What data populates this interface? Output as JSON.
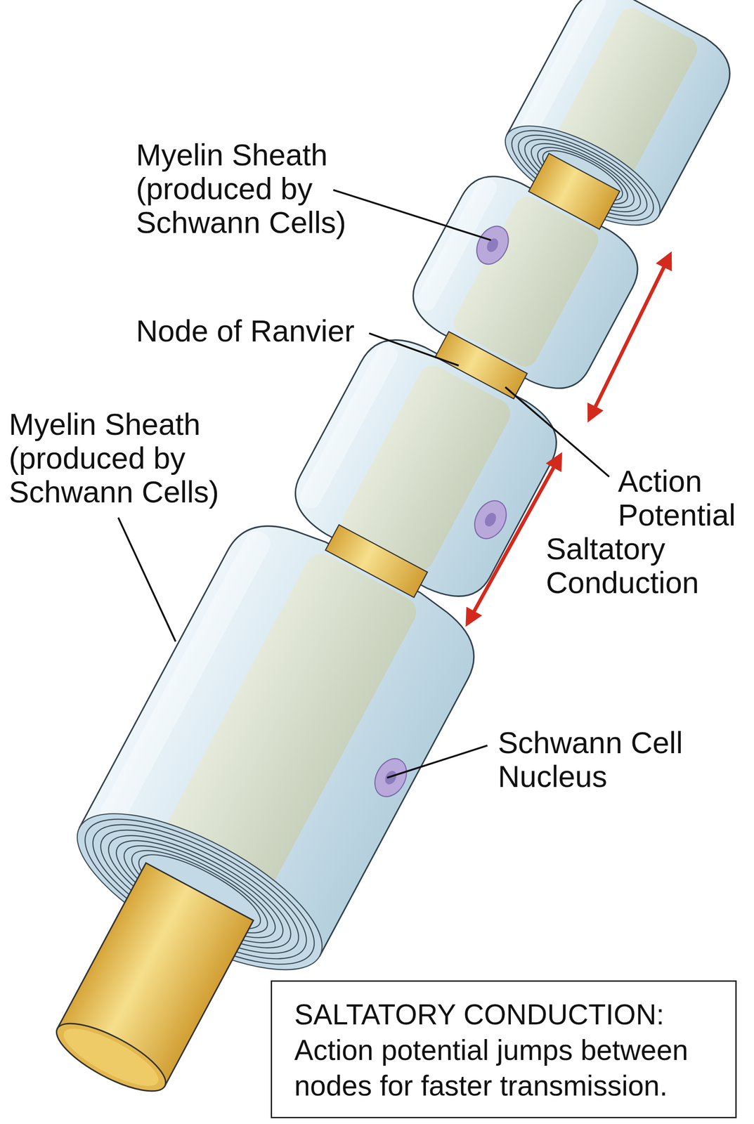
{
  "diagram": {
    "nodes": [
      {
        "text": [
          "SALTATORY CONDUCTION:",
          "Action potential jumps between nodes for faster transmission."
        ]
      }
    ],
    "labels": [
      "Myelin Sheath (produced by Schwann Cells)",
      "Node of Ranvier",
      "Myelin Sheath (produced by Schwann Cells)",
      "Action Potential",
      "Saltatory Conduction",
      "Schwann Cell Nucleus"
    ]
  }
}
